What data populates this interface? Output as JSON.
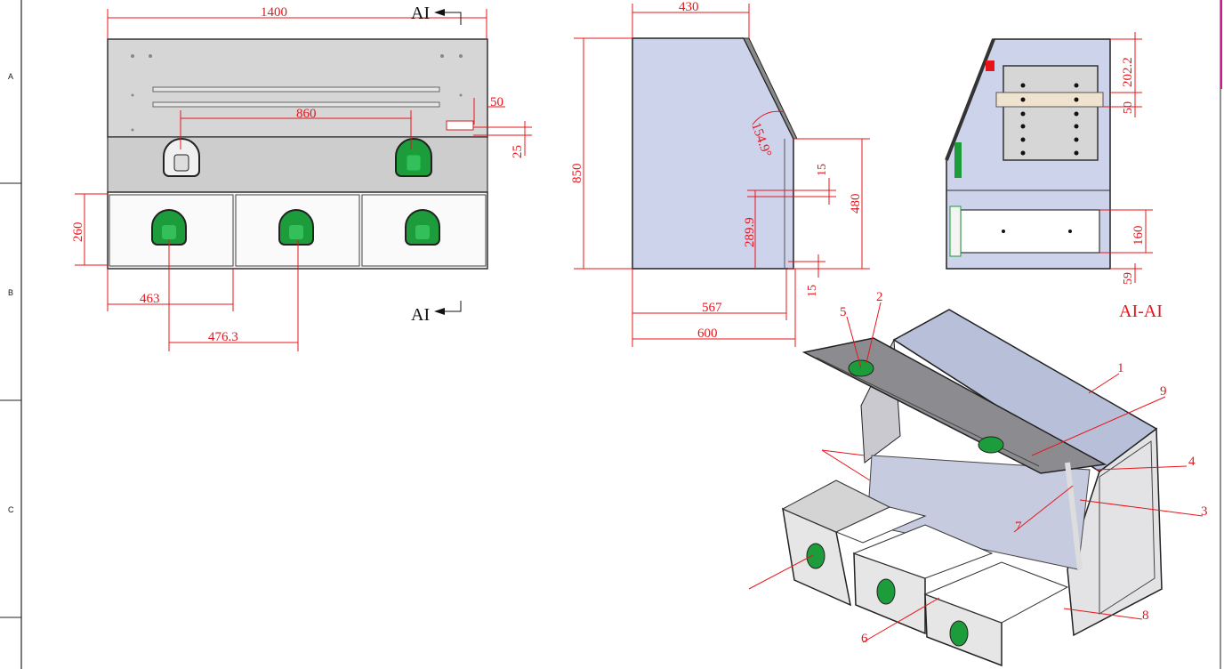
{
  "zones": [
    "A",
    "B",
    "C"
  ],
  "colors": {
    "dimension": "#e8141a",
    "panel_light": "#dcdcdc",
    "panel_mid": "#c8c8c8",
    "side_view": "#cdd3ea",
    "latch_green": "#1c9c3a",
    "outline": "#222222",
    "partial_right_edge": "#d0188c"
  },
  "front_view": {
    "dims": {
      "width": "1400",
      "latch_spacing": "860",
      "badge_offset_right": "50",
      "badge_offset_vertical": "25",
      "drawer_height": "260",
      "drawer_width": "463",
      "drawer_latch_spacing": "476.3"
    },
    "section_arrow_top": "AI",
    "section_arrow_bottom": "AI"
  },
  "side_view": {
    "dims": {
      "top_depth": "430",
      "total_height": "850",
      "lid_angle": "154.9°",
      "gap": "15",
      "lower_height": "480",
      "drawer_height": "289.9",
      "bottom_gap": "15",
      "base_depth": "567",
      "total_depth": "600"
    }
  },
  "section_view": {
    "title": "AI-AI",
    "dims": {
      "top": "202.2",
      "rail": "50",
      "drawer": "160",
      "base": "59"
    }
  },
  "iso_view": {
    "balloons": [
      "1",
      "2",
      "3",
      "4",
      "5",
      "6",
      "7",
      "8",
      "9"
    ]
  }
}
